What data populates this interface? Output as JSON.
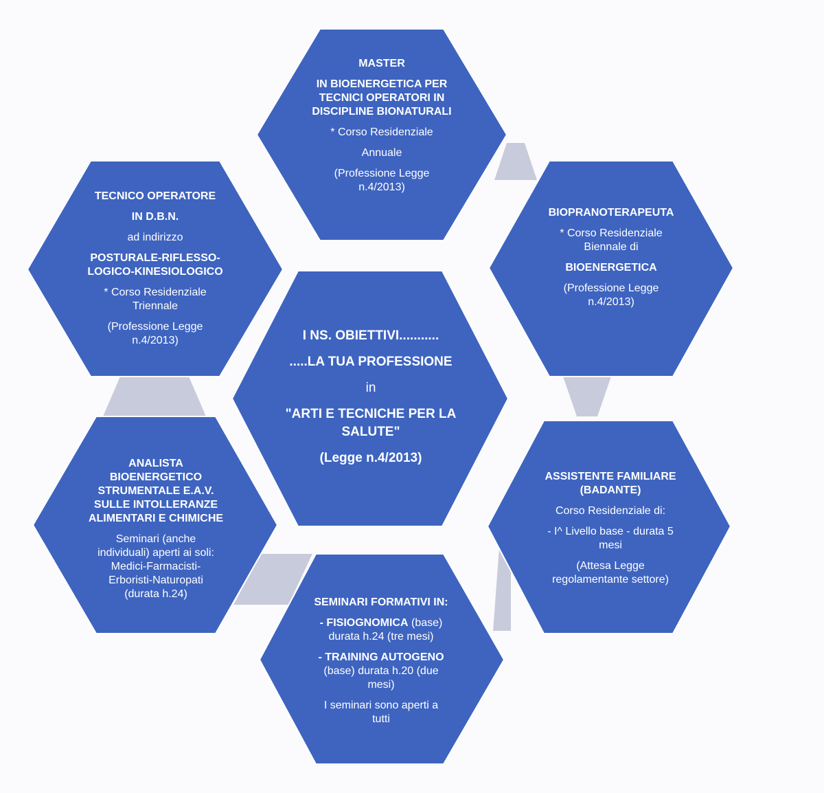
{
  "colors": {
    "hexagon_fill": "#3e64c0",
    "hexagon_stroke": "#ffffff",
    "connector_fill": "#c8cbdb",
    "text": "#ffffff",
    "background": "#fbfbfd"
  },
  "center": {
    "line1": "I NS. OBIETTIVI...........",
    "line2": ".....LA TUA  PROFESSIONE",
    "line3": "in",
    "line4": "\"ARTI  E TECNICHE PER LA",
    "line5": "SALUTE\"",
    "line6": "(Legge n.4/2013)"
  },
  "master": {
    "title1": "MASTER",
    "title2": "IN BIOENERGETICA PER",
    "title3": "TECNICI OPERATORI IN",
    "title4": "DISCIPLINE BIONATURALI",
    "course1": "* Corso Residenziale",
    "course2": "Annuale",
    "law1": "(Professione Legge",
    "law2": "n.4/2013)"
  },
  "tecnico": {
    "title1": "TECNICO OPERATORE",
    "title2": "IN D.B.N.",
    "sub": "ad indirizzo",
    "focus1": "POSTURALE-RIFLESSO-",
    "focus2": "LOGICO-KINESIOLOGICO",
    "course1": "* Corso Residenziale",
    "course2": "Triennale",
    "law1": "(Professione Legge",
    "law2": "n.4/2013)"
  },
  "biopranoterapeuta": {
    "title": "BIOPRANOTERAPEUTA",
    "course1": "* Corso Residenziale",
    "course2": "Biennale di",
    "focus": "BIOENERGETICA",
    "law1": "(Professione Legge",
    "law2": "n.4/2013)"
  },
  "analista": {
    "title1": "ANALISTA",
    "title2": "BIOENERGETICO",
    "title3": "STRUMENTALE E.A.V.",
    "title4": "SULLE INTOLLERANZE",
    "title5": "ALIMENTARI E CHIMICHE",
    "body1": "Seminari (anche",
    "body2": "individuali) aperti ai soli:",
    "body3": "Medici-Farmacisti-",
    "body4": "Erboristi-Naturopati",
    "body5": "(durata h.24)"
  },
  "assistente": {
    "title1": "ASSISTENTE FAMILIARE",
    "title2": "(BADANTE)",
    "course": "Corso Residenziale di:",
    "level1": "- I^ Livello base - durata 5",
    "level2": "mesi",
    "note1": "(Attesa Legge",
    "note2": "regolamentante settore)"
  },
  "seminari": {
    "title": "SEMINARI FORMATIVI IN:",
    "item1_bold": "- FISIOGNOMICA",
    "item1_rest": " (base)",
    "item1_line2": "durata h.24 (tre mesi)",
    "item2_bold": "- TRAINING AUTOGENO",
    "item2_line2": "(base) durata h.20 (due",
    "item2_line3": "mesi)",
    "note1": "I seminari sono aperti a",
    "note2": "tutti"
  }
}
